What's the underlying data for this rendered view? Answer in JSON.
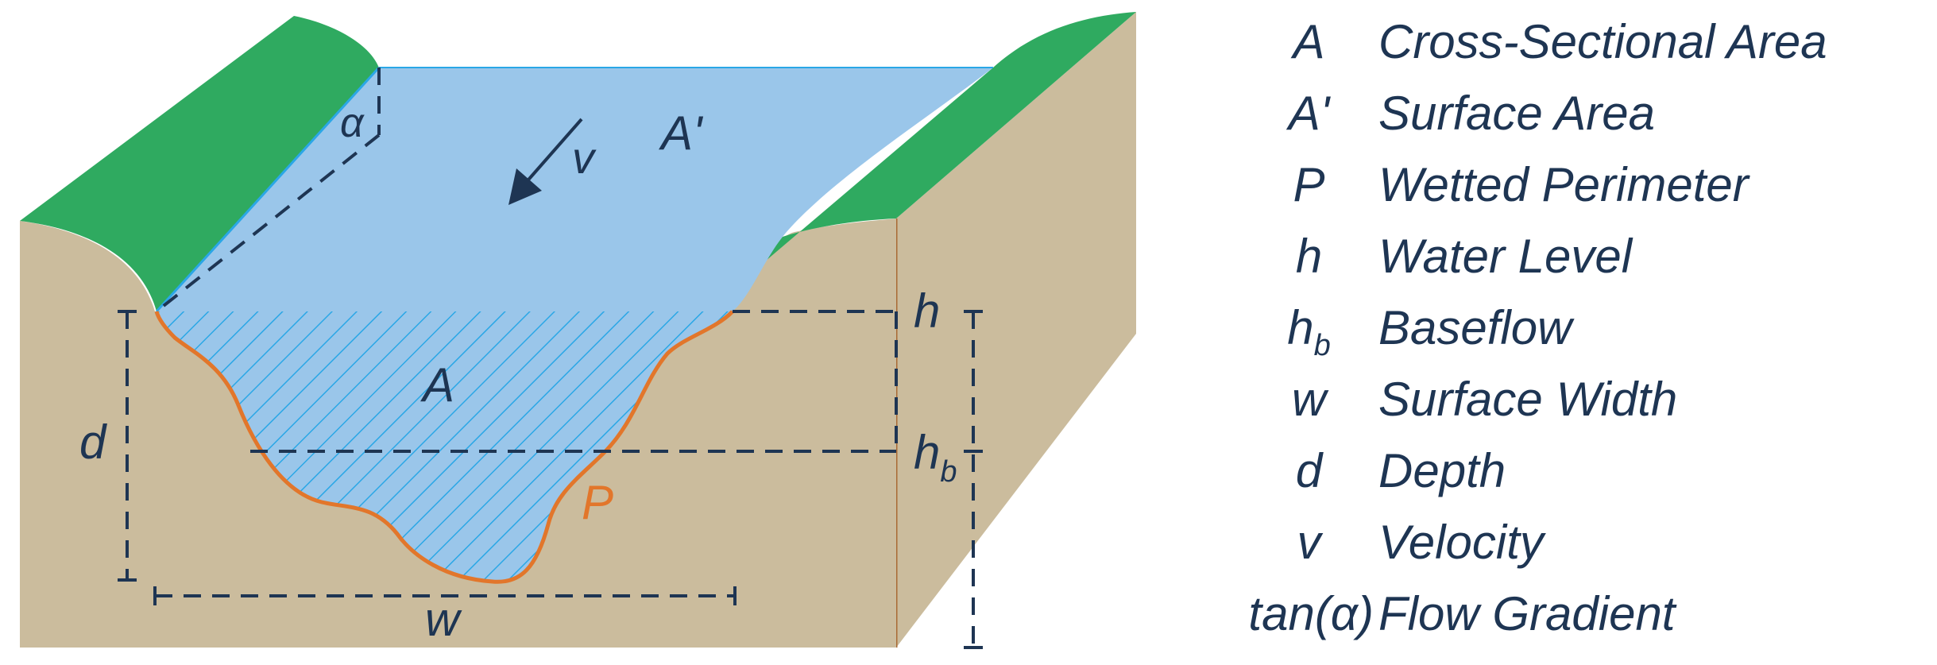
{
  "diagram": {
    "labels": {
      "alpha": "α",
      "velocity": "v",
      "surface_area": "A'",
      "cross_section": "A",
      "perimeter": "P",
      "depth": "d",
      "width": "w",
      "water_level": "h",
      "baseflow_base": "h",
      "baseflow_sub": "b"
    },
    "colors": {
      "water": "#9ac6ea",
      "hatch": "#2aa7e6",
      "soil": "#cbbc9d",
      "grass": "#2faa60",
      "perimeter": "#e2762b",
      "text": "#1e3553",
      "edge": "#a86a34"
    }
  },
  "legend": [
    {
      "symbol": "A",
      "description": "Cross-Sectional Area"
    },
    {
      "symbol": "A'",
      "description": "Surface Area"
    },
    {
      "symbol": "P",
      "description": "Wetted Perimeter"
    },
    {
      "symbol": "h",
      "description": "Water Level"
    },
    {
      "symbol": "h",
      "symbol_sub": "b",
      "description": "Baseflow"
    },
    {
      "symbol": "w",
      "description": "Surface Width"
    },
    {
      "symbol": "d",
      "description": "Depth"
    },
    {
      "symbol": "v",
      "description": "Velocity"
    },
    {
      "symbol": "tan(α)",
      "description": "Flow Gradient"
    }
  ]
}
